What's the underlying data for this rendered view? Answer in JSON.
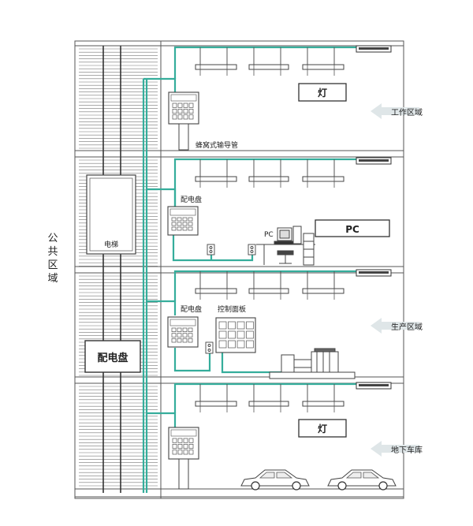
{
  "colors": {
    "cable": "#35ad9b",
    "line": "#555555",
    "arrow_fill": "#dfe6e8",
    "box_fill": "#ffffff"
  },
  "labels": {
    "public_area": [
      "公",
      "共",
      "区",
      "域"
    ],
    "elevator": "电梯",
    "dist_panel_main": "配电盘",
    "cellular_duct": "蜂窝式输导管",
    "dist_panel_2": "配电盘",
    "dist_panel_3": "配电盘",
    "control_panel": "控制面板",
    "pc_small": "PC",
    "pc_box": "PC",
    "lamp_top": "灯",
    "lamp_bottom": "灯",
    "work_area": "工作区域",
    "production_area": "生产区域",
    "garage": "地下车库"
  }
}
